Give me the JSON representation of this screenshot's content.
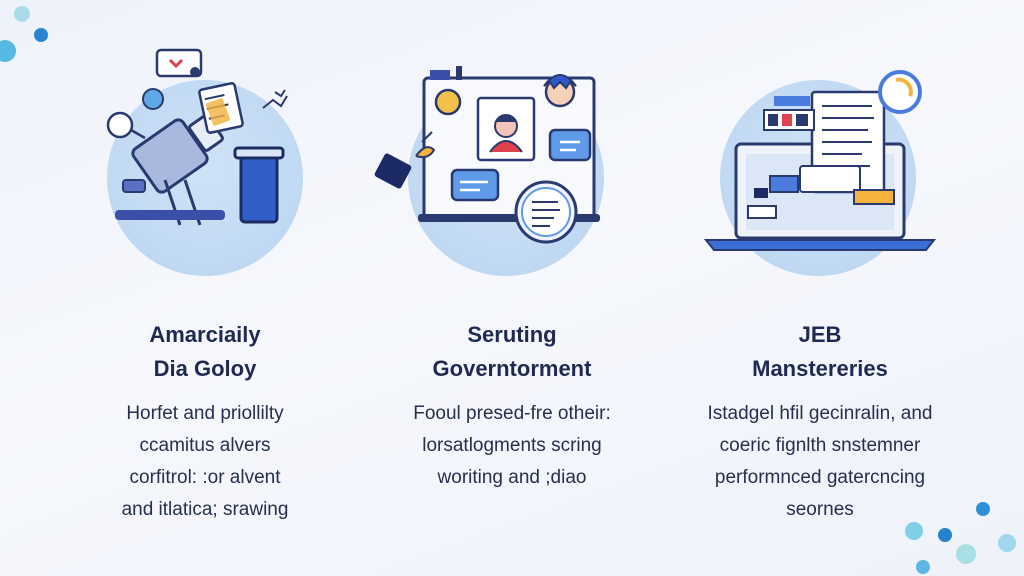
{
  "cards": [
    {
      "title": [
        "Amarciaily",
        "Dia Goloy"
      ],
      "description": [
        "Horfet and priollilty",
        "ccamitus alvers",
        "corfitrol: :or alvent",
        "and  itlatica; srawing"
      ],
      "illustration": "workspace-desk-icon"
    },
    {
      "title": [
        "Seruting",
        "Governtorment"
      ],
      "description": [
        "Fooul presed-fre otheir:",
        "lorsatlogments scring",
        "woriting and ;diao"
      ],
      "illustration": "whiteboard-presentation-icon"
    },
    {
      "title": [
        "JEB",
        "Manstereries"
      ],
      "description": [
        "Istadgel hfil gecinralin, and",
        "coeric fignlth snstemner",
        "performnced gatercncing",
        "seornes"
      ],
      "illustration": "laptop-documents-icon"
    }
  ],
  "colors": {
    "background": "#f2f5fb",
    "circle": "#c6ddf4",
    "title": "#1f2a52",
    "text": "#26304e",
    "accent_blue": "#3b6fd8",
    "accent_cyan": "#6cc3e8",
    "accent_red": "#e0414d",
    "accent_yellow": "#f3b33c"
  }
}
